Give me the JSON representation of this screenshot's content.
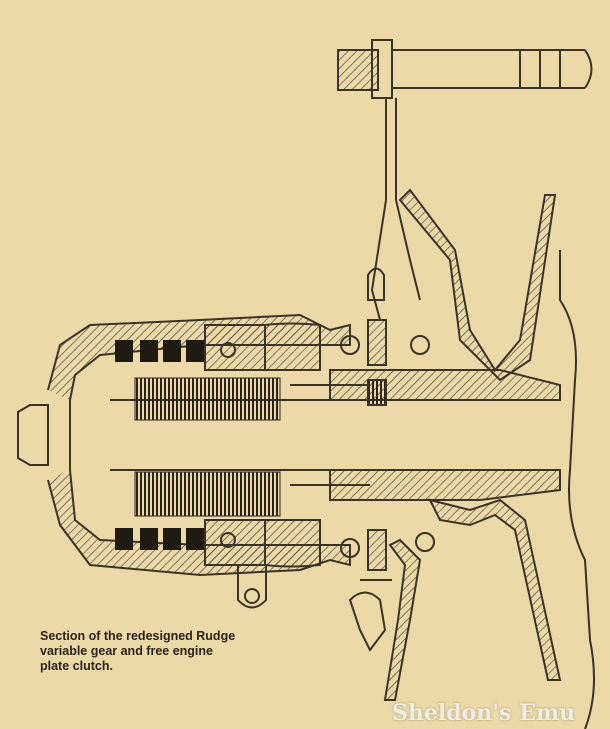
{
  "caption": {
    "line1": "Section of the redesigned Rudge",
    "line2": "variable gear  and  free engine",
    "line3": "plate clutch."
  },
  "watermark": "Sheldon's Emu",
  "colors": {
    "paper": "#ecd9a8",
    "ink": "#3a3326"
  }
}
